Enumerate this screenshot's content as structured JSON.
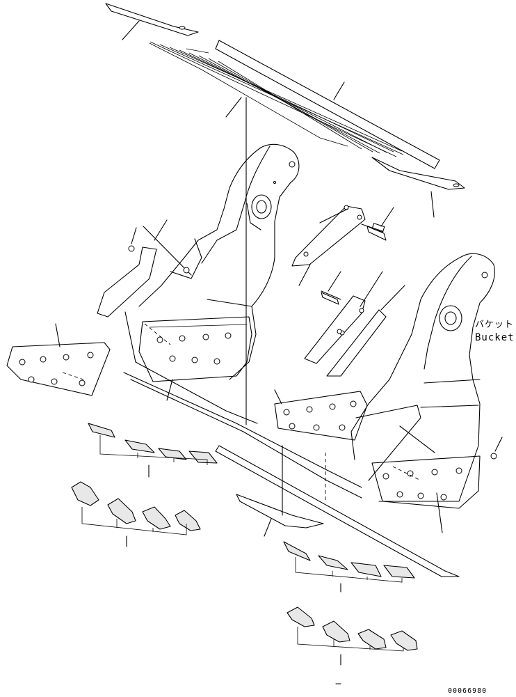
{
  "labels": {
    "part_name_jp": "バケット",
    "part_name_en": "Bucket"
  },
  "drawing_number": "00066980"
}
